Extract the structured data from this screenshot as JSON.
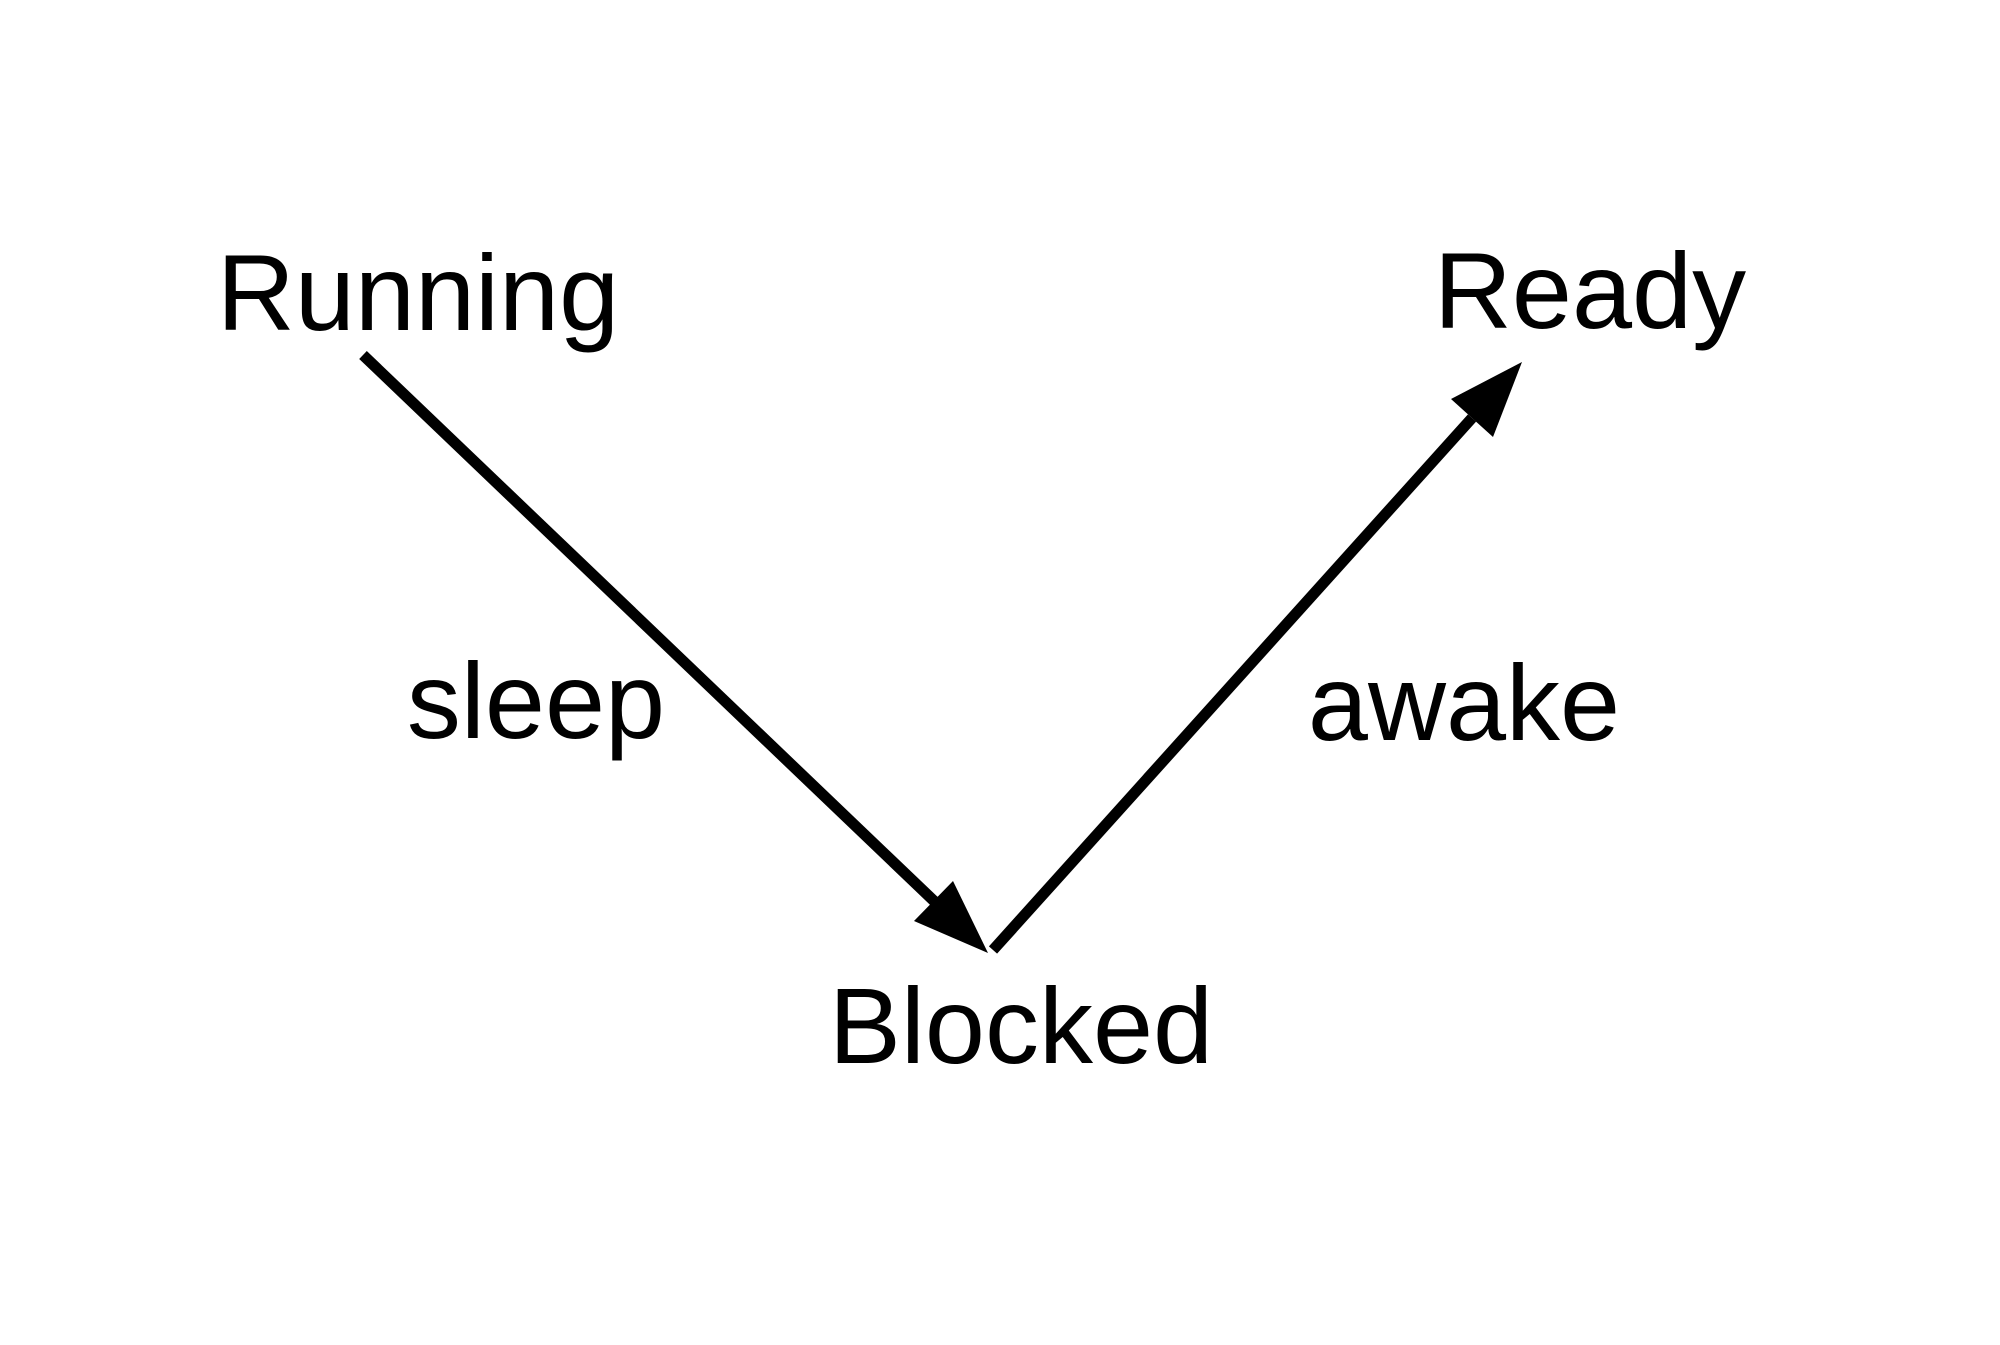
{
  "diagram": {
    "type": "state-transition-diagram",
    "background_color": "#ffffff",
    "ink_color": "#000000",
    "nodes": [
      {
        "id": "running",
        "label": "Running"
      },
      {
        "id": "ready",
        "label": "Ready"
      },
      {
        "id": "blocked",
        "label": "Blocked"
      }
    ],
    "edges": [
      {
        "from": "running",
        "to": "blocked",
        "label": "sleep"
      },
      {
        "from": "blocked",
        "to": "ready",
        "label": "awake"
      }
    ]
  }
}
